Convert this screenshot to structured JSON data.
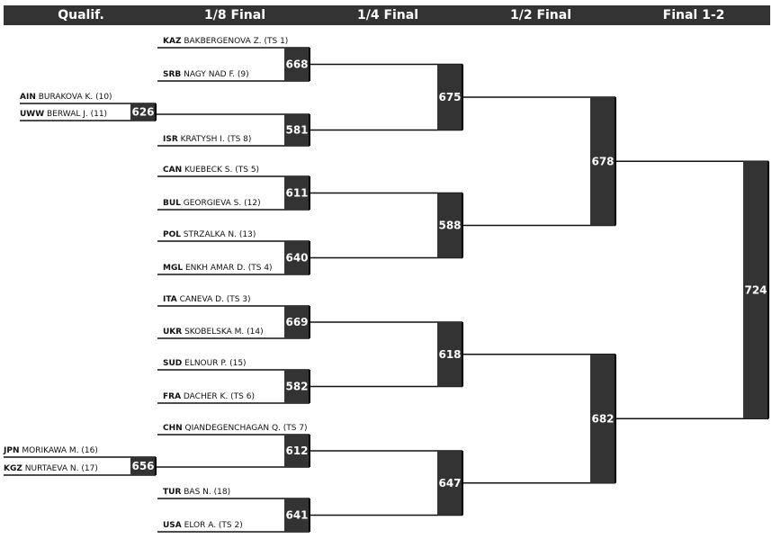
{
  "rounds": [
    "Qualif.",
    "1/8 Final",
    "1/4 Final",
    "1/2 Final",
    "Final 1-2"
  ],
  "qualification": [
    {
      "bout": "626",
      "top": {
        "code": "AIN",
        "name": "BURAKOVA K. (10)"
      },
      "bottom": {
        "code": "UWW",
        "name": "BERWAL J. (11)"
      }
    },
    {
      "bout": "656",
      "top": {
        "code": "JPN",
        "name": "MORIKAWA M. (16)"
      },
      "bottom": {
        "code": "KGZ",
        "name": "NURTAEVA N. (17)"
      }
    }
  ],
  "eighth_finals": [
    {
      "bout": "668",
      "top": {
        "code": "KAZ",
        "name": "BAKBERGENOVA Z. (TS 1)"
      },
      "bottom": {
        "code": "SRB",
        "name": "NAGY NAD F. (9)"
      }
    },
    {
      "bout": "581",
      "top": {
        "code": "",
        "name": ""
      },
      "bottom": {
        "code": "ISR",
        "name": "KRATYSH I. (TS 8)"
      }
    },
    {
      "bout": "611",
      "top": {
        "code": "CAN",
        "name": "KUEBECK S. (TS 5)"
      },
      "bottom": {
        "code": "BUL",
        "name": "GEORGIEVA S. (12)"
      }
    },
    {
      "bout": "640",
      "top": {
        "code": "POL",
        "name": "STRZALKA N. (13)"
      },
      "bottom": {
        "code": "MGL",
        "name": "ENKH AMAR D. (TS 4)"
      }
    },
    {
      "bout": "669",
      "top": {
        "code": "ITA",
        "name": "CANEVA D. (TS 3)"
      },
      "bottom": {
        "code": "UKR",
        "name": "SKOBELSKA M. (14)"
      }
    },
    {
      "bout": "582",
      "top": {
        "code": "SUD",
        "name": "ELNOUR P. (15)"
      },
      "bottom": {
        "code": "FRA",
        "name": "DACHER K. (TS 6)"
      }
    },
    {
      "bout": "612",
      "top": {
        "code": "CHN",
        "name": "QIANDEGENCHAGAN Q. (TS 7)"
      },
      "bottom": {
        "code": "",
        "name": ""
      }
    },
    {
      "bout": "641",
      "top": {
        "code": "TUR",
        "name": "BAS N. (18)"
      },
      "bottom": {
        "code": "USA",
        "name": "ELOR A. (TS 2)"
      }
    }
  ],
  "quarter_finals": [
    "675",
    "588",
    "618",
    "647"
  ],
  "semi_finals": [
    "678",
    "682"
  ],
  "final": "724",
  "colors": {
    "box": "#333333",
    "line": "#111111",
    "header_bg": "#333333",
    "header_text": "#ffffff"
  }
}
